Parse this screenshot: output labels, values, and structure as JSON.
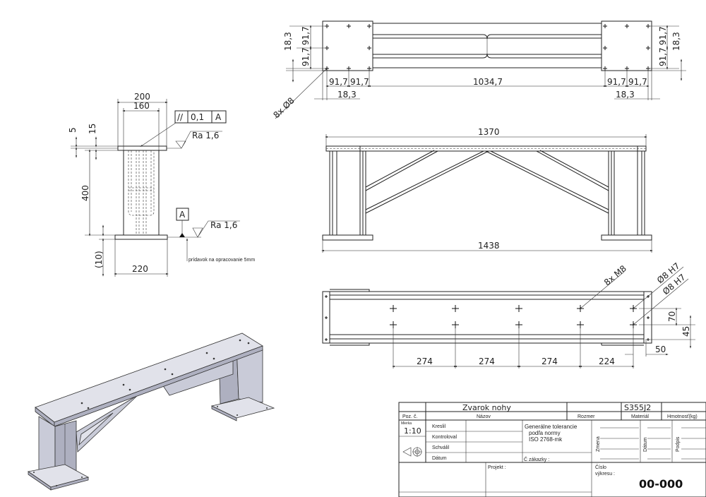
{
  "top_view": {
    "dims": {
      "d18_3_left": "18,3",
      "d91_7_a": "91,7",
      "d91_7_b": "91,7",
      "d91_7_h1": "91,7",
      "d91_7_h2": "91,7",
      "d1034_7": "1034,7",
      "d91_7_h3": "91,7",
      "d91_7_h4": "91,7",
      "d18_3_bl": "18,3",
      "d18_3_br": "18,3",
      "d91_7_c": "91,7",
      "d91_7_d": "91,7",
      "d18_3_right": "18,3"
    },
    "hole_callout": "8x Ø8"
  },
  "side_view": {
    "dims": {
      "d200": "200",
      "d160": "160",
      "d5": "5",
      "d15": "15",
      "d400": "400",
      "d10": "(10)",
      "d220": "220"
    },
    "tolerance_frame": {
      "symbol": "//",
      "value": "0,1",
      "datum": "A"
    },
    "roughness_top": "Ra 1,6",
    "roughness_bottom": "Ra 1,6",
    "datum_label": "A",
    "note": "prídavok na opracovanie 5mm"
  },
  "front_view": {
    "dims": {
      "d1370": "1370",
      "d1438": "1438"
    }
  },
  "bottom_view": {
    "dims": {
      "d274_1": "274",
      "d274_2": "274",
      "d274_3": "274",
      "d224": "224",
      "d50": "50",
      "d70": "70",
      "d45": "45"
    },
    "callouts": {
      "m8": "8x M8",
      "h7_1": "Ø8 H7",
      "h7_2": "Ø8 H7"
    }
  },
  "title_block": {
    "name": "Zvarok nohy",
    "material": "S355J2",
    "headers": {
      "poz": "Poz. č.",
      "nazov": "Názov",
      "rozmer": "Rozmer",
      "material": "Materiál",
      "hmotnost": "Hmotnosť(kg)"
    },
    "mierka_label": "Mierka",
    "scale": "1:10",
    "rows": {
      "kreslil": "Kreslil",
      "kontroloval": "Kontroloval",
      "schvalil": "Schválil",
      "datum": "Dátum"
    },
    "tolerance_text": [
      "Generálne tolerancie",
      "podľa normy",
      "ISO 2768-mk"
    ],
    "zakazka": "Č zákazky :",
    "revision_cols": {
      "zmena": "Zmena",
      "datum": "Dátum",
      "podpis": "Podpis"
    },
    "projekt": "Projekt :",
    "cislo_label": [
      "Číslo",
      "výkresu :"
    ],
    "drawing_number": "00-000"
  }
}
